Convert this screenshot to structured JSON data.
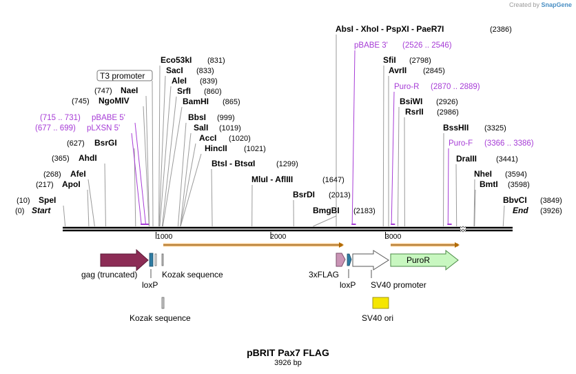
{
  "credit": {
    "prefix": "Created by",
    "brand": "SnapGene"
  },
  "title": "pBRIT Pax7 FLAG",
  "subtitle": "3926 bp",
  "sequence_length": 3926,
  "ticks": [
    1000,
    2000,
    3000
  ],
  "ends": {
    "start_label": "Start",
    "start_pos": "(0)",
    "end_label": "End",
    "end_pos": "(3926)"
  },
  "sites": [
    {
      "name": "SpeI",
      "pos": 10
    },
    {
      "name": "ApoI",
      "pos": 217
    },
    {
      "name": "AfeI",
      "pos": 268
    },
    {
      "name": "AhdI",
      "pos": 365
    },
    {
      "name": "BsrGI",
      "pos": 627
    },
    {
      "name": "NgoMIV",
      "pos": 745
    },
    {
      "name": "NaeI",
      "pos": 747
    },
    {
      "name": "Eco53kI",
      "pos": 831
    },
    {
      "name": "SacI",
      "pos": 833
    },
    {
      "name": "AleI",
      "pos": 839
    },
    {
      "name": "SrfI",
      "pos": 860
    },
    {
      "name": "BamHI",
      "pos": 865
    },
    {
      "name": "BbsI",
      "pos": 999
    },
    {
      "name": "SalI",
      "pos": 1019
    },
    {
      "name": "AccI",
      "pos": 1020
    },
    {
      "name": "HincII",
      "pos": 1021
    },
    {
      "name": "BtsI - BtsαI",
      "pos": 1299
    },
    {
      "name": "MluI - AflIII",
      "pos": 1647
    },
    {
      "name": "BsrDI",
      "pos": 2013
    },
    {
      "name": "BmgBI",
      "pos": 2183
    },
    {
      "name": "AbsI - XhoI - PspXI - PaeR7I",
      "pos": 2386
    },
    {
      "name": "SfiI",
      "pos": 2798
    },
    {
      "name": "AvrII",
      "pos": 2845
    },
    {
      "name": "BsiWI",
      "pos": 2926
    },
    {
      "name": "RsrII",
      "pos": 2986
    },
    {
      "name": "BssHII",
      "pos": 3325
    },
    {
      "name": "DraIII",
      "pos": 3441
    },
    {
      "name": "NheI",
      "pos": 3594
    },
    {
      "name": "BmtI",
      "pos": 3598
    },
    {
      "name": "BbvCI",
      "pos": 3849
    }
  ],
  "primers": [
    {
      "name": "pBABE 5'",
      "range": "715 .. 731",
      "start": 715,
      "end": 731
    },
    {
      "name": "pLXSN 5'",
      "range": "677 .. 699",
      "start": 677,
      "end": 699
    },
    {
      "name": "pBABE 3'",
      "range": "2526 .. 2546",
      "start": 2526,
      "end": 2546
    },
    {
      "name": "Puro-R",
      "range": "2870 .. 2889",
      "start": 2870,
      "end": 2889
    },
    {
      "name": "Puro-F",
      "range": "3366 .. 3386",
      "start": 3366,
      "end": 3386
    }
  ],
  "promoter_box": {
    "label": "T3 promoter"
  },
  "features": [
    {
      "label": "gag (truncated)",
      "color": "#8c2c55"
    },
    {
      "label": "loxP",
      "color": "#2e7ca3"
    },
    {
      "label": "Kozak sequence",
      "color": "#c8c8c8"
    },
    {
      "label": "Kozak sequence",
      "color": "#c8c8c8"
    },
    {
      "label": "3xFLAG",
      "color": "#c994b5"
    },
    {
      "label": "loxP",
      "color": "#2e7ca3"
    },
    {
      "label": "SV40 promoter",
      "color": "#ffffff"
    },
    {
      "label": "SV40 ori",
      "color": "#f5e600"
    },
    {
      "label": "PuroR",
      "color": "#c8f7c0"
    }
  ],
  "colors": {
    "primer": "#a63bd6",
    "orf": "#f2a338",
    "backbone": "#000000"
  }
}
